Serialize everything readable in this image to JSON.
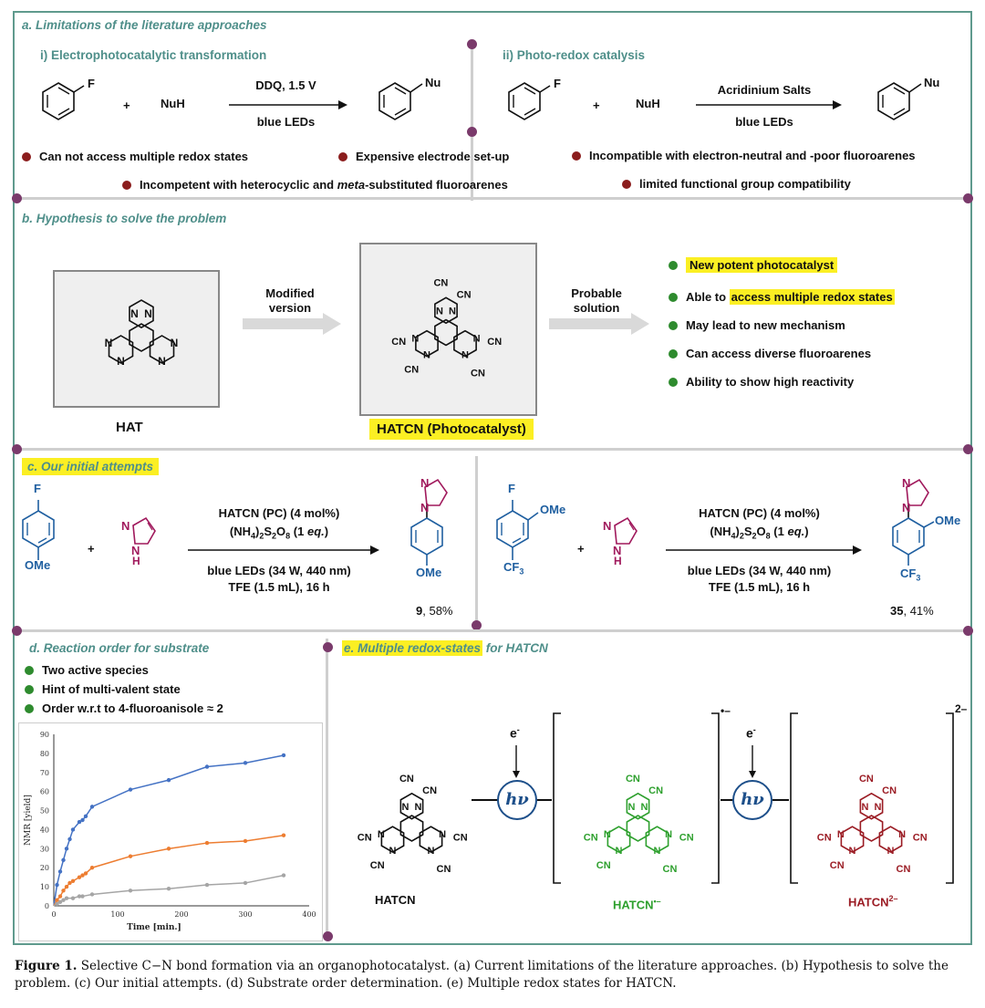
{
  "sections": {
    "a": {
      "title": "a. Limitations of the literature approaches",
      "sub_i": "i) Electrophotocatalytic transformation",
      "sub_ii": "ii) Photo-redox catalysis",
      "r1": {
        "F": "F",
        "plus": "+",
        "reagent": "NuH",
        "cond_top": "DDQ, 1.5 V",
        "cond_bottom": "blue LEDs",
        "product": "Nu"
      },
      "r2": {
        "F": "F",
        "plus": "+",
        "reagent": "NuH",
        "cond_top": "Acridinium Salts",
        "cond_bottom": "blue LEDs",
        "product": "Nu"
      },
      "bullets": [
        "Can not access multiple redox states",
        "Expensive electrode set-up",
        "Incompatible with electron-neutral and -poor fluoroarenes",
        "limited functional group compatibility"
      ],
      "bullet_meta": {
        "pre": "Incompetent with heterocyclic and ",
        "em": "meta",
        "post": "-substituted fluoroarenes"
      }
    },
    "b": {
      "title": "b. Hypothesis to solve the  problem",
      "arrow1": [
        "Modified",
        "version"
      ],
      "arrow2": [
        "Probable",
        "solution"
      ],
      "hat_label": "HAT",
      "hatcn_label": "HATCN (Photocatalyst)",
      "points": [
        "New potent photocatalyst",
        "May lead to new mechanism",
        "Can access diverse fluoroarenes",
        "Ability to show high reactivity"
      ],
      "point2_pre": "Able to ",
      "point2_hl": "access multiple redox states"
    },
    "c": {
      "title": "c. Our initial attempts",
      "cond1": "HATCN (PC) (4 mol%)",
      "cond3": "blue LEDs (34 W, 440 nm)",
      "cond4": "TFE (1.5 mL), 16 h",
      "ome": "OMe",
      "plus": "+",
      "F": "F",
      "N": "N",
      "H": "H",
      "cf3": "CF",
      "yield1_num": "9",
      "yield1_rest": ", 58%",
      "yield2_num": "35",
      "yield2_rest": ", 41%"
    },
    "d": {
      "title": "d. Reaction order for substrate",
      "bullets": [
        "Two active species",
        "Hint of multi-valent state",
        "Order w.r.t to 4-fluoroanisole ≈ 2"
      ]
    },
    "e": {
      "title_hl": "e. Multiple redox-states",
      "title_rest": " for HATCN",
      "electron": "e",
      "hv": "hν",
      "labels": [
        "HATCN",
        "HATCN",
        "HATCN"
      ],
      "charge1": "•–",
      "charge2": "2–",
      "colors": {
        "neutral": "#111111",
        "radical": "#2ea02e",
        "dianion": "#9b1c24"
      }
    }
  },
  "chart_data": {
    "type": "scatter",
    "xlabel": "Time [min.]",
    "ylabel": "NMR [yield]",
    "xlim": [
      0,
      400
    ],
    "ylim": [
      0,
      90
    ],
    "xticks": [
      0,
      100,
      200,
      300,
      400
    ],
    "yticks": [
      0,
      10,
      20,
      30,
      40,
      50,
      60,
      70,
      80,
      90
    ],
    "series": [
      {
        "color": "#4472c4",
        "x": [
          5,
          10,
          15,
          20,
          25,
          30,
          40,
          45,
          50,
          60,
          120,
          180,
          240,
          300,
          360
        ],
        "y": [
          11,
          18,
          24,
          30,
          35,
          40,
          44,
          45,
          47,
          52,
          61,
          66,
          73,
          75,
          79
        ]
      },
      {
        "color": "#ed7d31",
        "x": [
          5,
          10,
          15,
          20,
          25,
          30,
          40,
          45,
          50,
          60,
          120,
          180,
          240,
          300,
          360
        ],
        "y": [
          3,
          5,
          8,
          10,
          12,
          13,
          15,
          16,
          17,
          20,
          26,
          30,
          33,
          34,
          37
        ]
      },
      {
        "color": "#a5a5a5",
        "x": [
          5,
          10,
          15,
          20,
          30,
          40,
          45,
          60,
          120,
          180,
          240,
          300,
          360
        ],
        "y": [
          1,
          2,
          3,
          4,
          4,
          5,
          5,
          6,
          8,
          9,
          11,
          12,
          16
        ]
      }
    ]
  },
  "caption": {
    "label": "Figure 1.",
    "text": " Selective C−N bond formation via an organophotocatalyst. (a) Current limitations of the literature approaches. (b) Hypothesis to solve the problem. (c) Our initial attempts. (d) Substrate order determination. (e) Multiple redox states for HATCN."
  }
}
